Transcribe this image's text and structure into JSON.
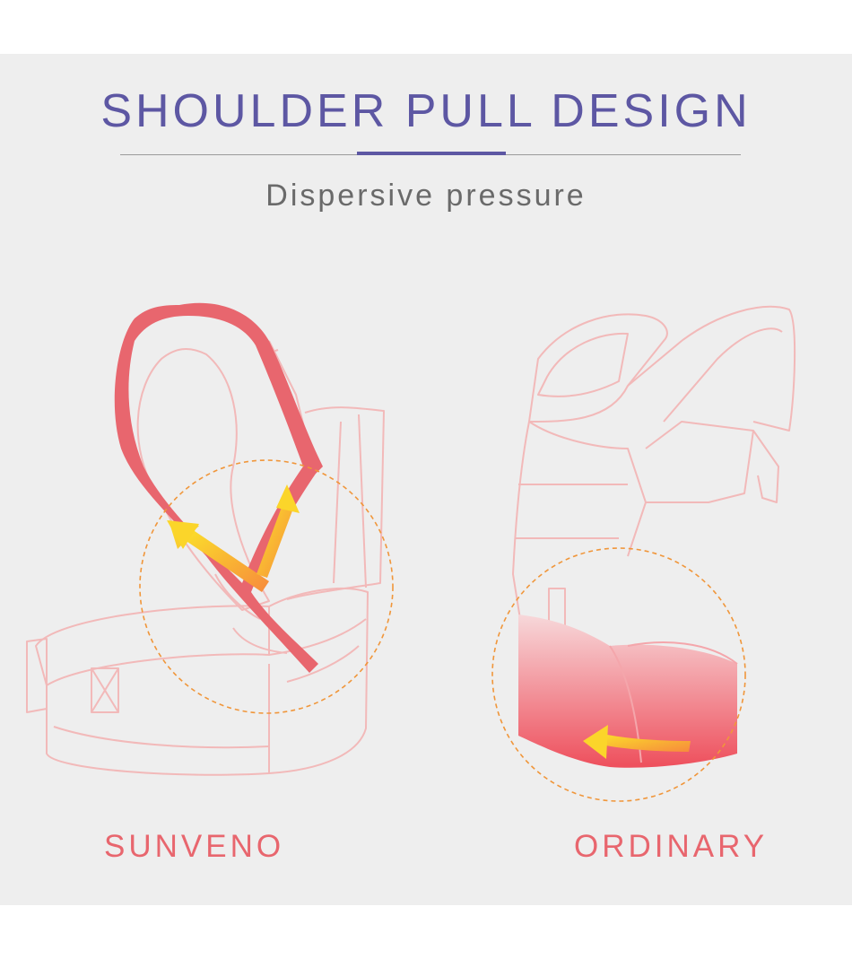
{
  "header": {
    "title": "SHOULDER PULL DESIGN",
    "subtitle": "Dispersive pressure"
  },
  "comparison": {
    "left_label": "SUNVENO",
    "right_label": "ORDINARY"
  },
  "colors": {
    "background_panel": "#eeeeee",
    "title": "#5d57a3",
    "accent": "#e8666e",
    "outline": "#f2b9b9",
    "arrow": "#f6c21a",
    "dashed_circle": "#f0963a"
  },
  "icons": [
    "hip-seat-carrier-illustration",
    "ordinary-carrier-illustration",
    "pressure-arrow-icon"
  ]
}
